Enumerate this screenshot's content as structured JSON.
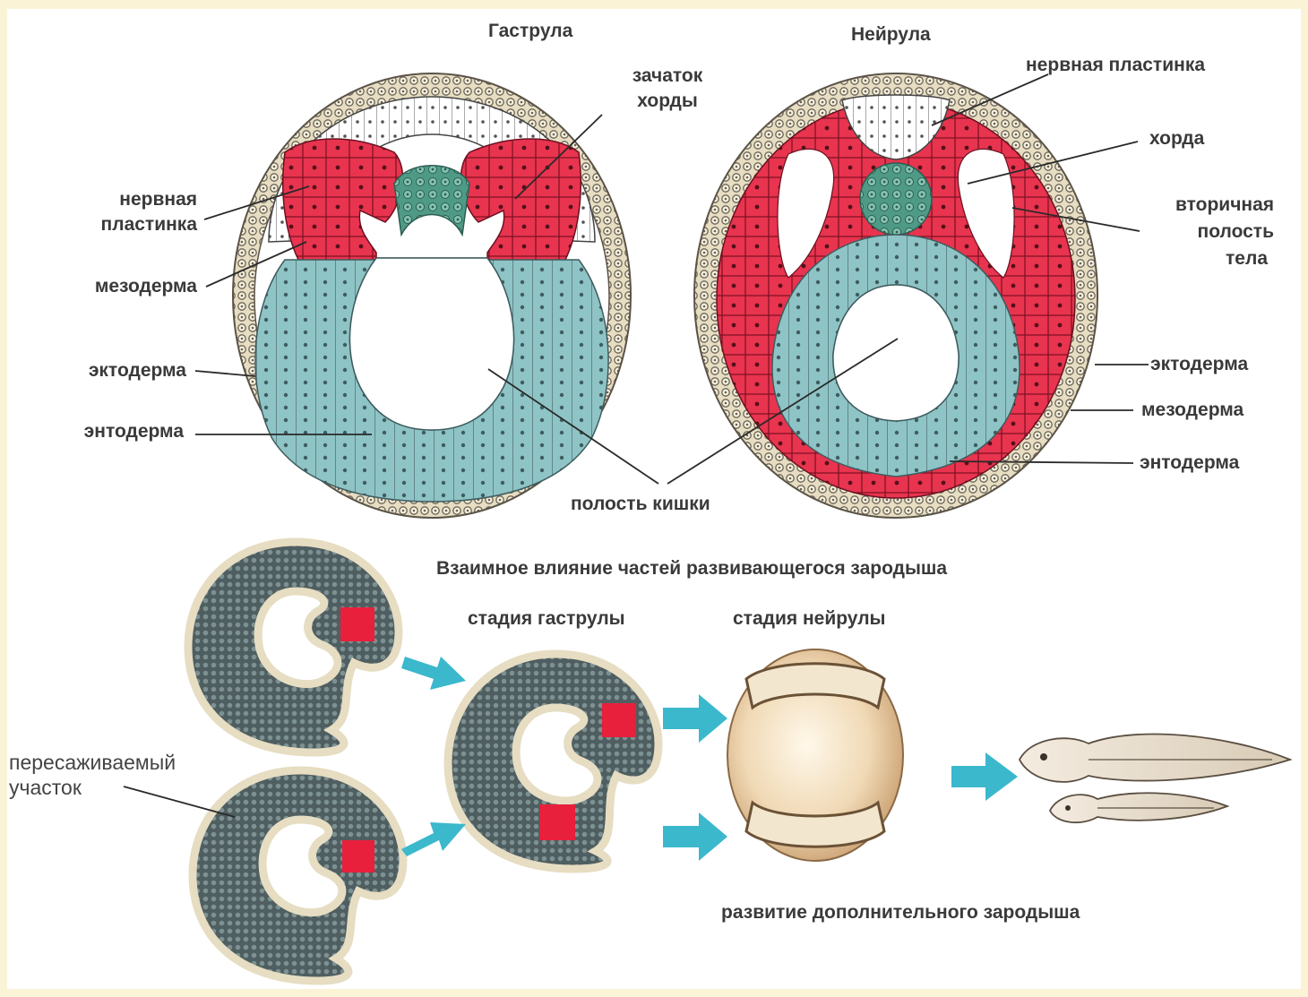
{
  "titles": {
    "gastrula": "Гаструла",
    "neurula": "Нейрула",
    "interaction": "Взаимное влияние частей развивающегося зародыша",
    "stage_gastrula": "стадия гаструлы",
    "stage_neurula": "стадия нейрулы",
    "additional_embryo": "развитие дополнительного зародыша"
  },
  "gastrula_labels": {
    "chord_primordium_line1": "зачаток",
    "chord_primordium_line2": "хорды",
    "neural_plate_line1": "нервная",
    "neural_plate_line2": "пластинка",
    "mesoderm": "мезодерма",
    "ectoderm": "эктодерма",
    "endoderm": "энтодерма"
  },
  "neurula_labels": {
    "neural_plate": "нервная пластинка",
    "chord": "хорда",
    "secondary_cavity_line1": "вторичная",
    "secondary_cavity_line2": "полость",
    "secondary_cavity_line3": "тела",
    "ectoderm": "эктодерма",
    "mesoderm": "мезодерма",
    "endoderm": "энтодерма"
  },
  "shared_labels": {
    "gut_cavity": "полость кишки",
    "transplanted_line1": "пересаживаемый",
    "transplanted_line2": "участок"
  },
  "colors": {
    "mesoderm_red": "#e8344f",
    "endoderm_teal": "#8fc4c6",
    "chord_green": "#4f9a86",
    "ectoderm_beige": "#e6ddc2",
    "embryo_dark": "#4f5e60",
    "arrow_cyan": "#3bb8cc",
    "text": "#3a3a3a"
  }
}
